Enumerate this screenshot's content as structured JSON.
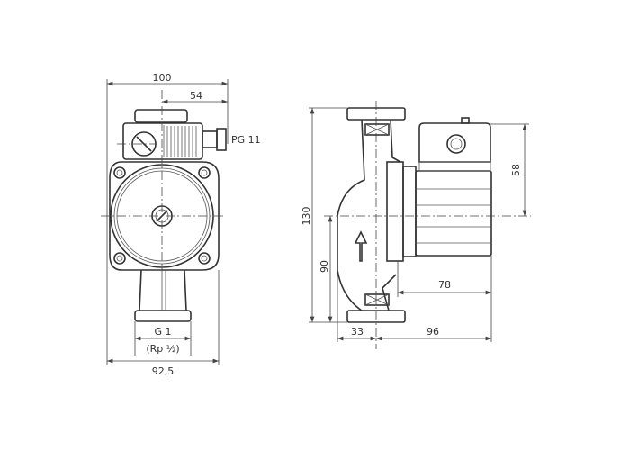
{
  "front_view": {
    "dim_overall_width": "100",
    "dim_half_width": "54",
    "cable_gland": "PG 11",
    "thread_outer": "G 1",
    "thread_inner": "(Rp ½)",
    "dim_base_width": "92,5"
  },
  "side_view": {
    "dim_height": "130",
    "dim_axis_height": "90",
    "dim_top_offset": "58",
    "dim_motor_length": "78",
    "dim_pipe_offset": "33",
    "dim_depth": "96"
  }
}
